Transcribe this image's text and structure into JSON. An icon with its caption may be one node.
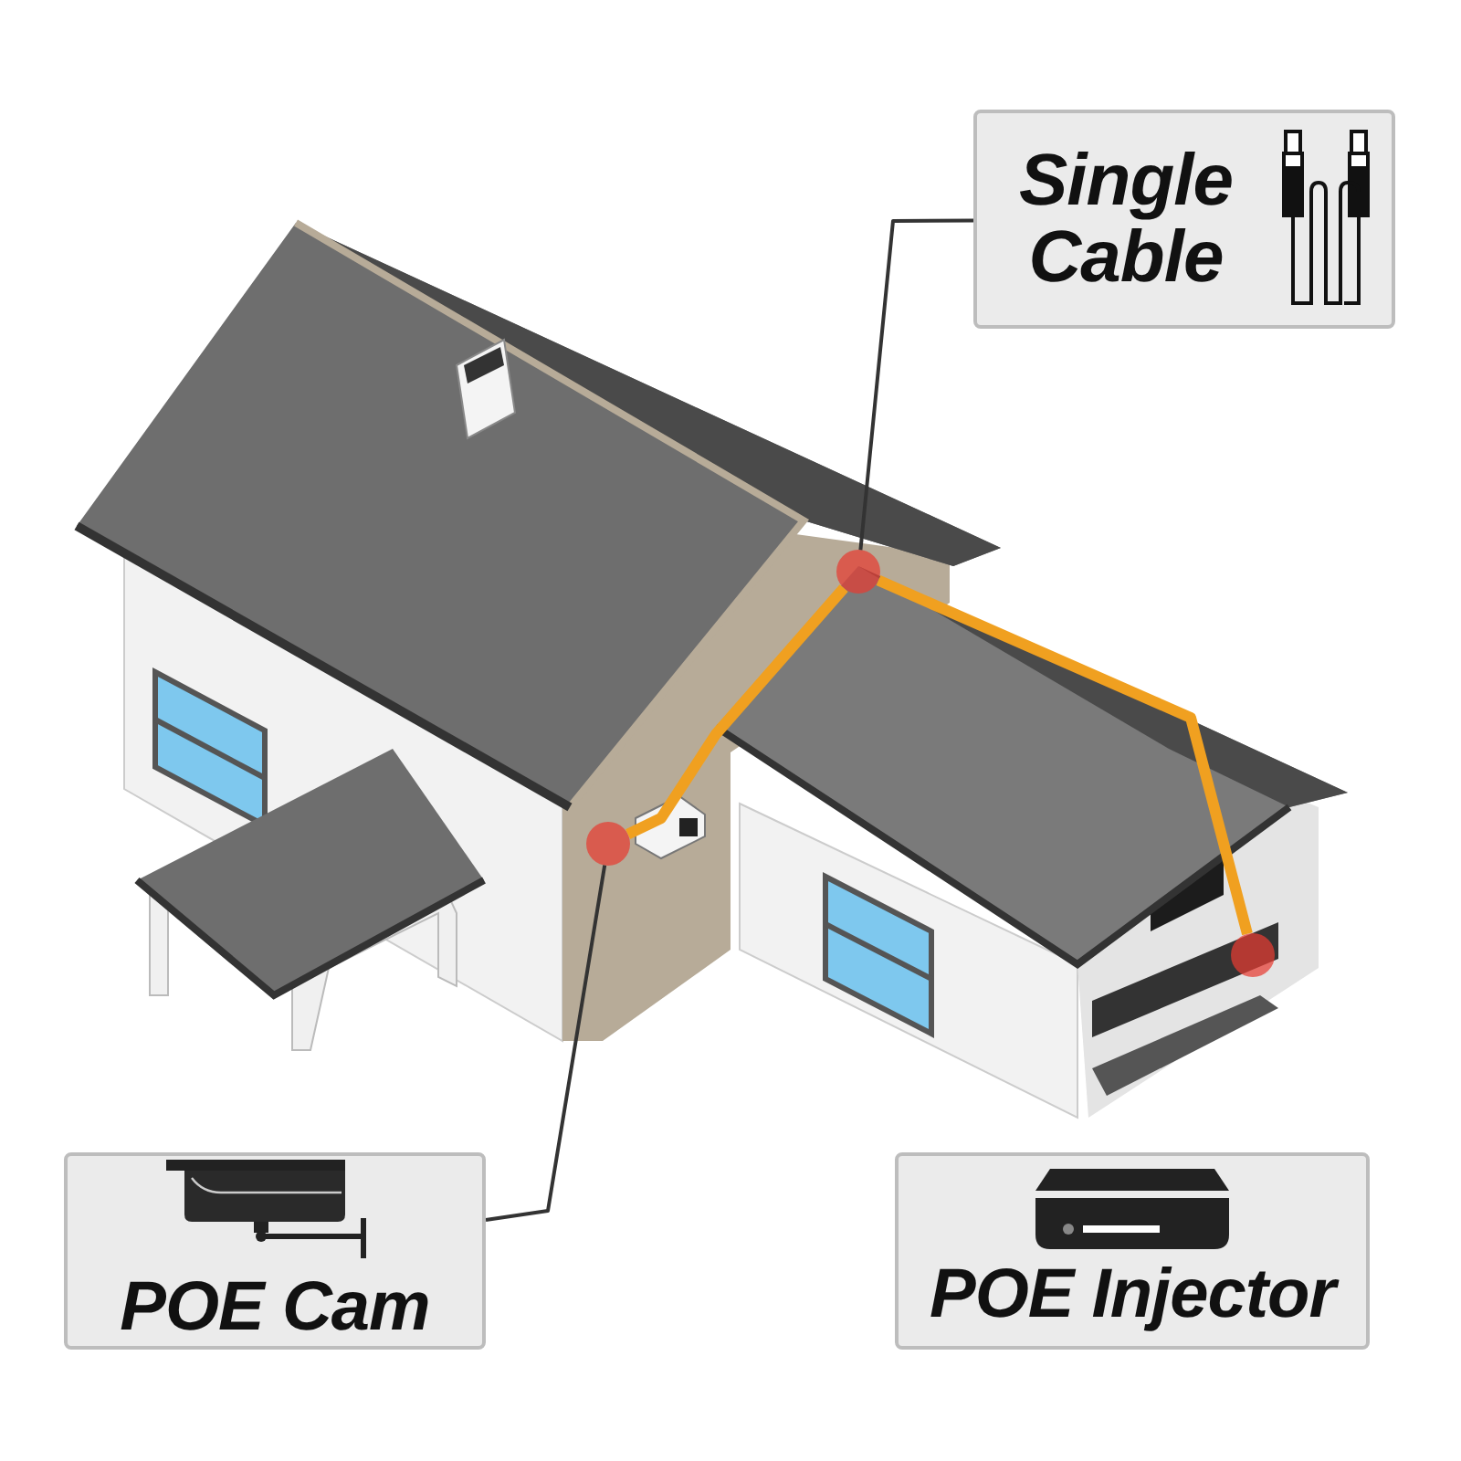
{
  "diagram": {
    "nodes": [
      {
        "text": [
          "Single Cable"
        ]
      },
      {
        "text": [],
        "shape": "circle"
      },
      {
        "text": [
          "POE Cam"
        ]
      },
      {
        "text": [],
        "shape": "circle"
      },
      {
        "text": [
          "POE Injector"
        ]
      },
      {
        "text": [],
        "shape": "circle"
      }
    ],
    "edges": [
      {
        "from": 0,
        "to": 1,
        "arrow": "none"
      },
      {
        "from": 2,
        "to": 3,
        "arrow": "none"
      },
      {
        "from": 3,
        "to": 1,
        "arrow": "none",
        "style": "thick",
        "color": "#f0a020"
      },
      {
        "from": 1,
        "to": 5,
        "arrow": "none",
        "style": "thick",
        "color": "#f0a020"
      }
    ]
  }
}
